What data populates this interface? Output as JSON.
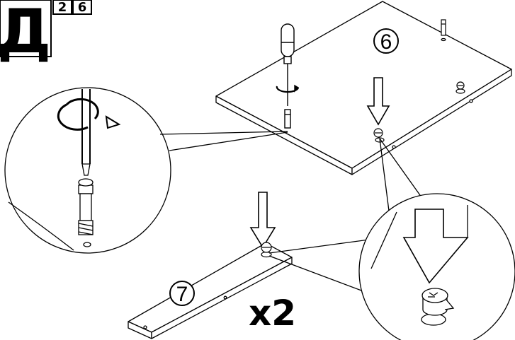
{
  "header": {
    "letter": "Д",
    "digit_1": "2",
    "digit_2": "6"
  },
  "steps": [
    {
      "number": "6"
    },
    {
      "number": "7"
    }
  ],
  "quantity_label": "x2"
}
